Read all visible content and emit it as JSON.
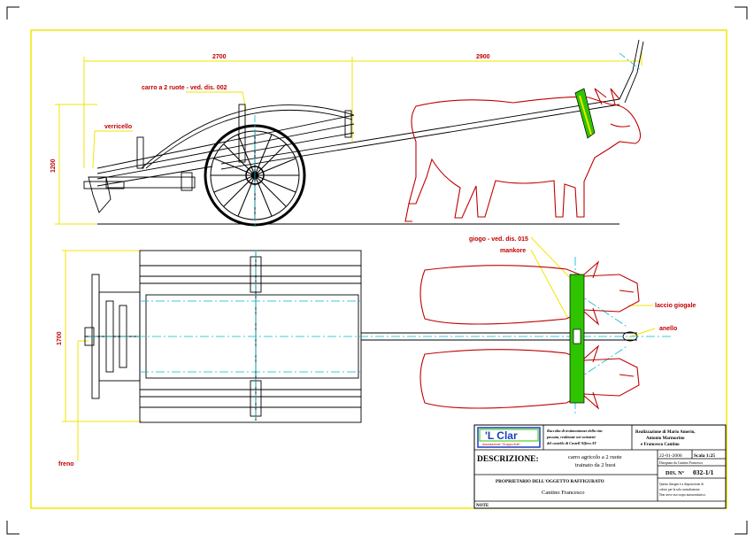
{
  "drawing": {
    "labels": {
      "cart_ref": "carro a 2 ruote - ved. dis. 002",
      "winch": "verricello",
      "yoke_ref": "giogo - ved. dis. 015",
      "collar": "mankore",
      "halter": "laccio giogale",
      "ring": "anello",
      "brake": "freno"
    },
    "dimensions": {
      "length_cart": "2700",
      "length_pole": "2900",
      "height": "1200",
      "width": "1700"
    }
  },
  "title_block": {
    "logo_text": "'L Clar",
    "logo_sub": "Associazione \"Gruppo Arte\"",
    "collection_text": [
      "Raccolta di testimonianze della vita",
      "passata, realizzate nei sottotetti",
      "del castello di Castell'Alfero AT"
    ],
    "authors": [
      "Realizzazione di Mario Amerio,",
      "Antonio Marmorino",
      "e Francesco Cantino"
    ],
    "description_label": "DESCRIZIONE:",
    "description": [
      "carro agricolo a 2 ruote",
      "trainato da 2 buoi"
    ],
    "date": "22-01-2006",
    "scale": "Scala  1:25",
    "drawn_by": "Disegnato da Cantino Francesco",
    "owner_label": "PROPRIETARIO DELL'OGGETTO RAFFIGURATO",
    "owner": "Cantino Francesco",
    "drawing_no_label": "DIS. N°",
    "drawing_no": "032-1/1",
    "notice": [
      "Questo disegno è a disposizione di",
      "coloro per la sola consultazione.",
      "Non serve uso scopo autosostitutivo."
    ],
    "notes_label": "NOTE"
  }
}
